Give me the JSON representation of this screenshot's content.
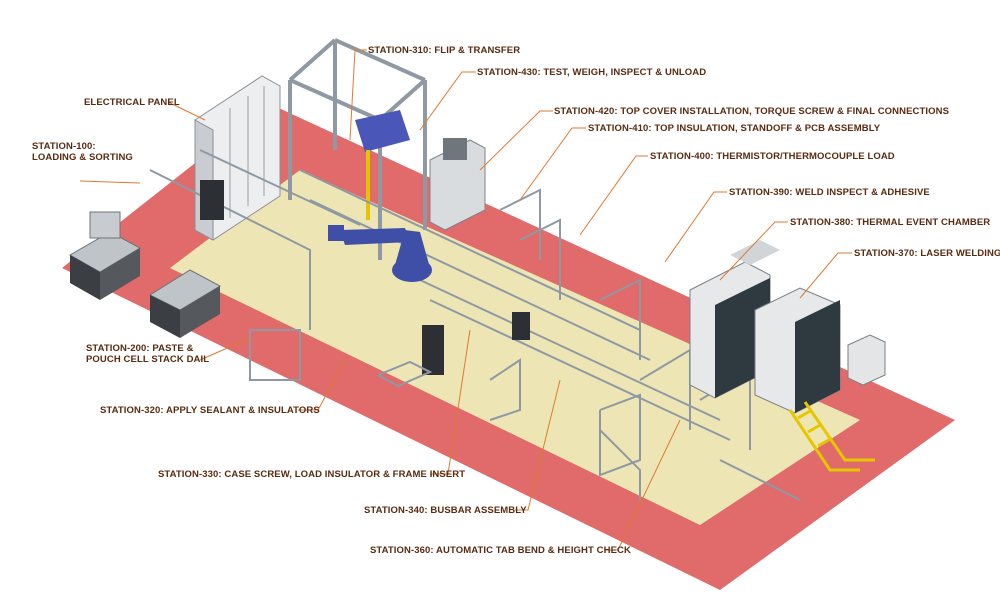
{
  "colors": {
    "outer_floor": "#e16a6a",
    "inner_floor": "#ede6b4",
    "label_text": "#5a2a12",
    "leader_line": "#e07a30",
    "frame": "#9aa4ad",
    "robot": "#3f4fa8",
    "cabinet": "#2c2f33"
  },
  "labels": {
    "st310": "STATION-310: FLIP & TRANSFER",
    "st430": "STATION-430: TEST, WEIGH, INSPECT & UNLOAD",
    "electrical": "ELECTRICAL PANEL",
    "st420": "STATION-420: TOP COVER INSTALLATION, TORQUE SCREW & FINAL CONNECTIONS",
    "st410": "STATION-410: TOP INSULATION, STANDOFF & PCB ASSEMBLY",
    "st100_a": "STATION-100:",
    "st100_b": "LOADING & SORTING",
    "st400": "STATION-400: THERMISTOR/THERMOCOUPLE LOAD",
    "st390": "STATION-390: WELD INSPECT & ADHESIVE",
    "st380": "STATION-380: THERMAL EVENT CHAMBER",
    "st370": "STATION-370: LASER WELDING",
    "st200_a": "STATION-200: PASTE &",
    "st200_b": "POUCH CELL STACK DAIL",
    "st320": "STATION-320: APPLY SEALANT & INSULATORS",
    "st330": "STATION-330: CASE SCREW, LOAD INSULATOR & FRAME INSERT",
    "st340": "STATION-340: BUSBAR ASSEMBLY",
    "st360": "STATION-360: AUTOMATIC TAB BEND & HEIGHT CHECK"
  }
}
